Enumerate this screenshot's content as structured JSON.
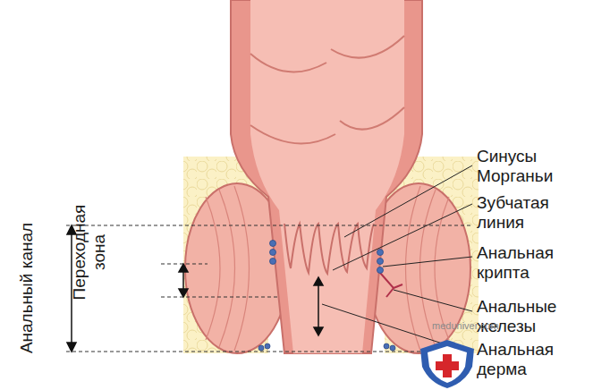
{
  "diagram": {
    "labels": [
      "Синусы Морганьи",
      "Зубчатая линия",
      "Анальная крипта",
      "Анальные железы",
      "Анальная дерма",
      "Анальный канал",
      "Переходная зона",
      "meduniver.com"
    ]
  }
}
